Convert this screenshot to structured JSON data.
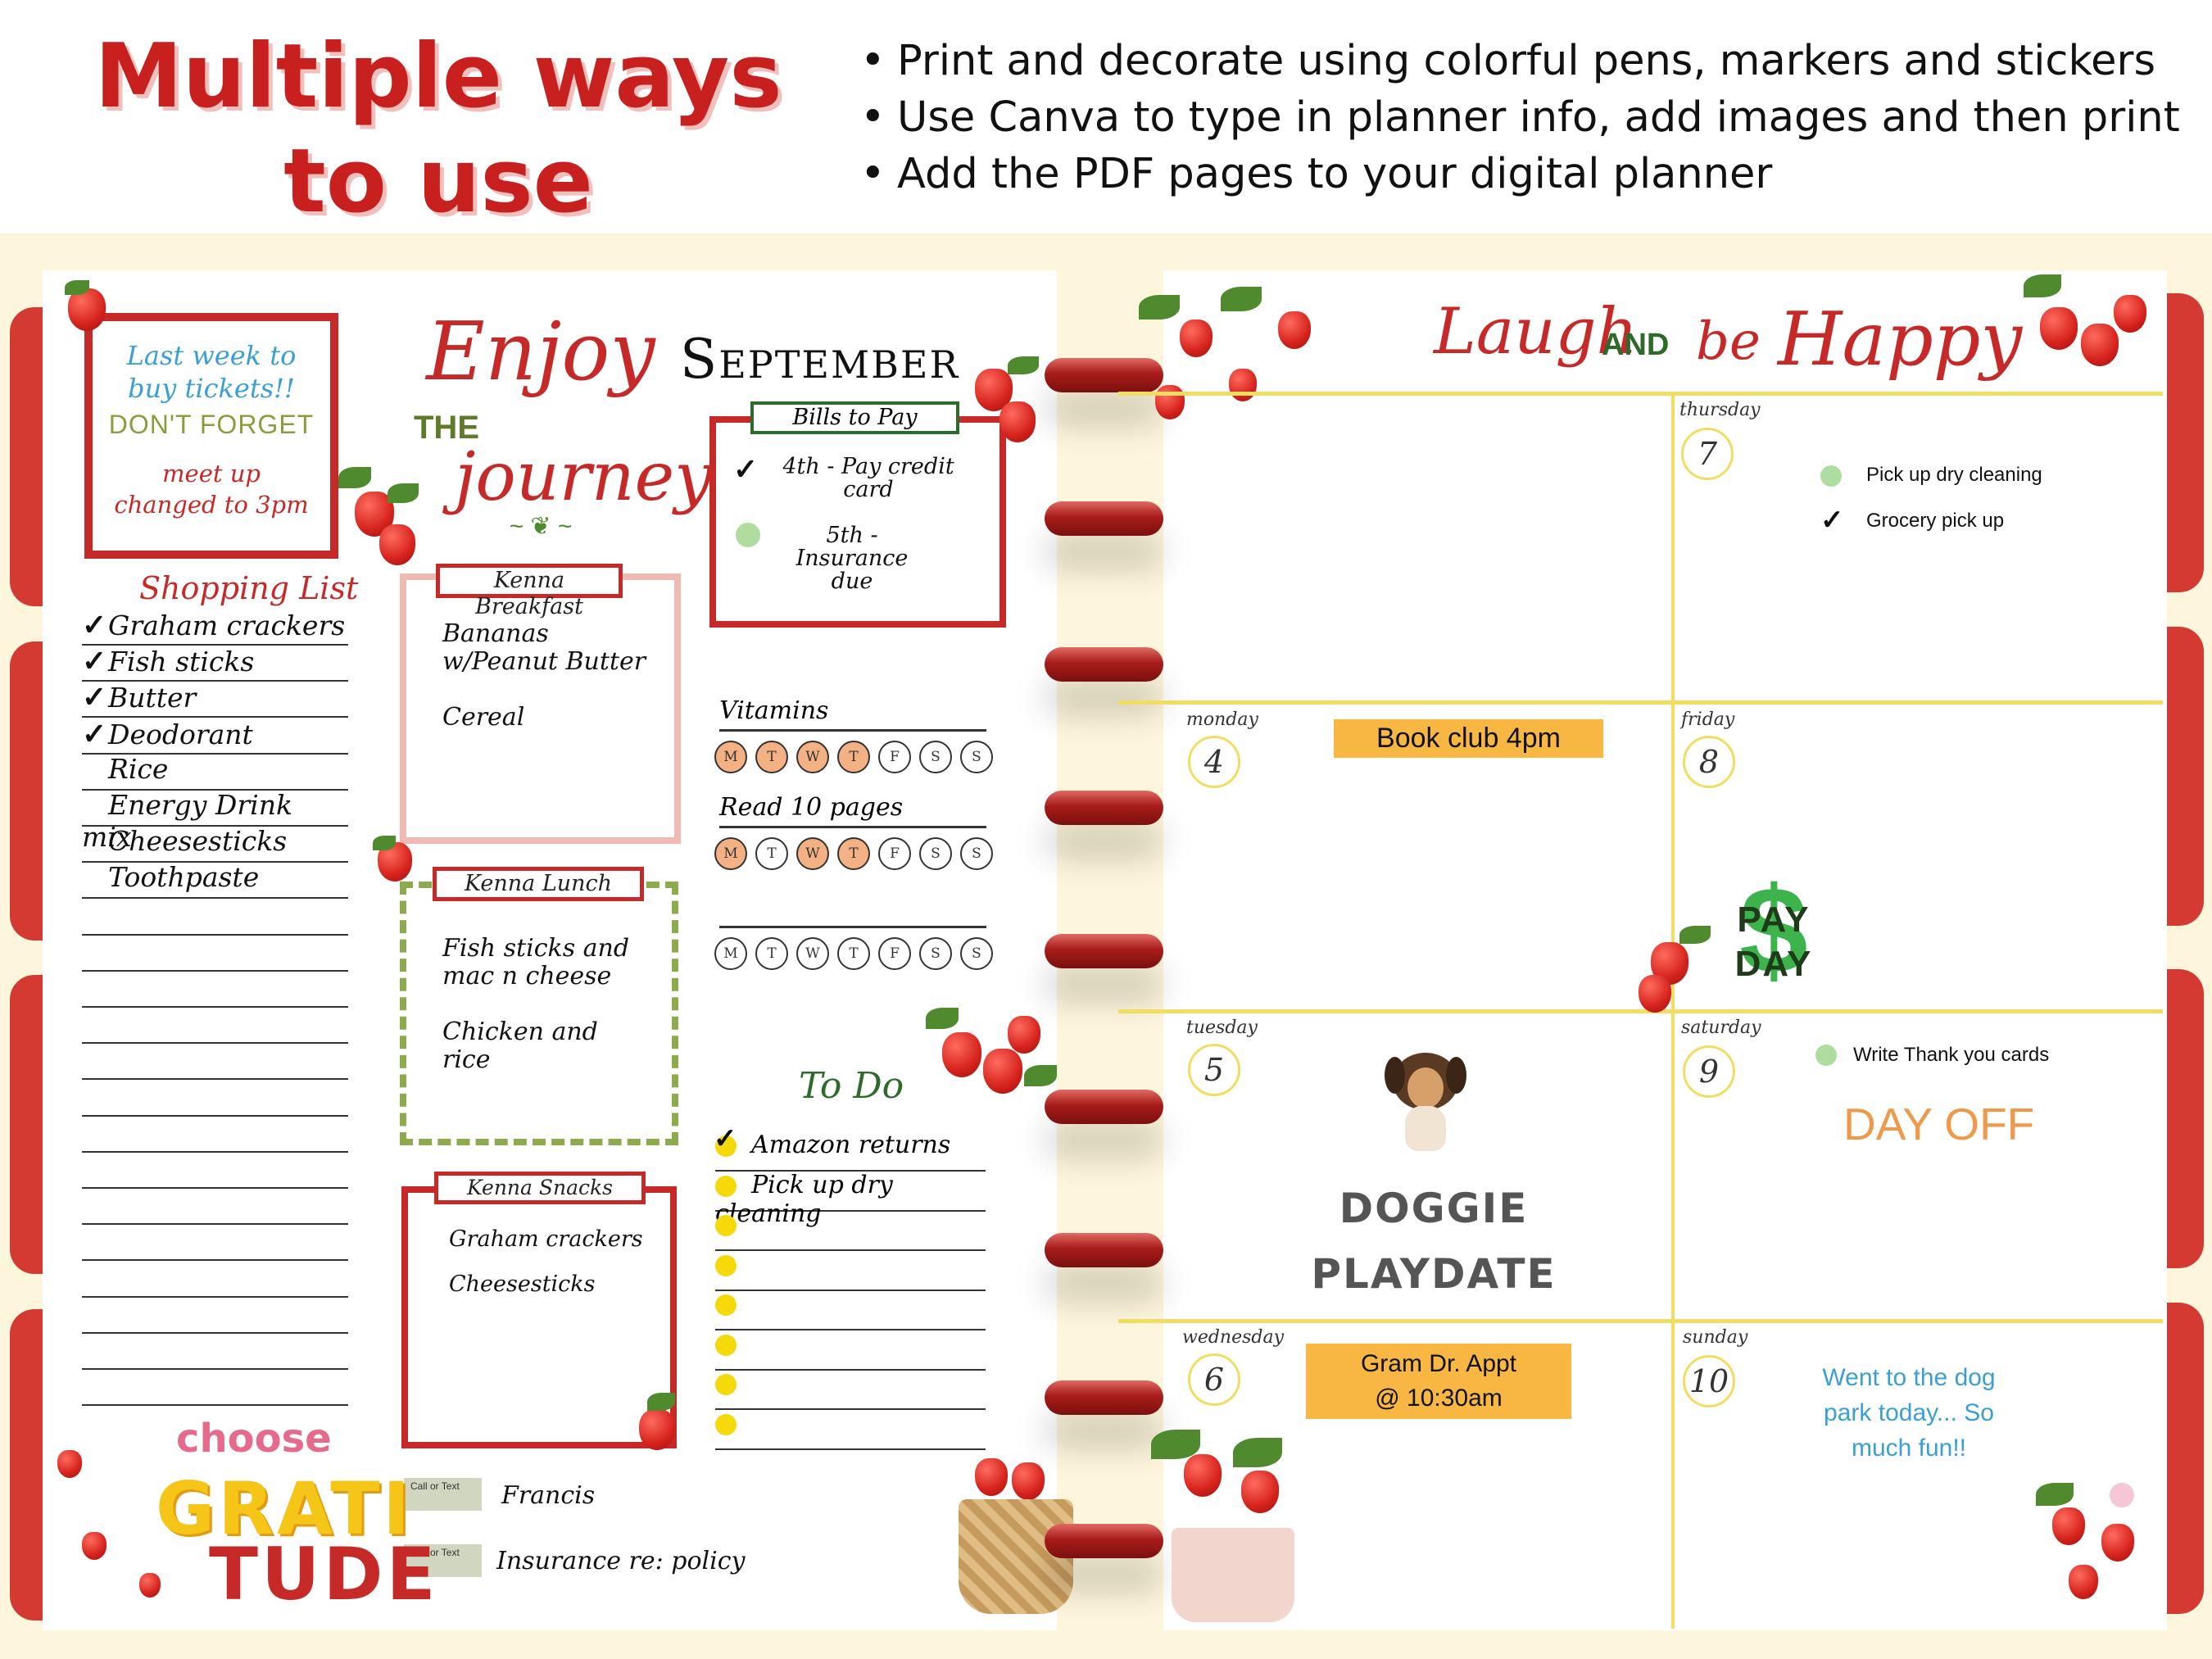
{
  "header": {
    "title": "Multiple ways to use",
    "bullets": [
      "Print and decorate using colorful pens, markers and stickers",
      "Use Canva to type in planner info, add images and then print",
      "Add the PDF pages to your digital planner"
    ]
  },
  "left_page": {
    "note": {
      "line1": "Last week to",
      "line2": "buy tickets!!",
      "line3": "DON'T FORGET",
      "line4": "meet up",
      "line5": "changed to 3pm"
    },
    "shopping": {
      "title": "Shopping List",
      "items": [
        {
          "text": "Graham crackers",
          "checked": true
        },
        {
          "text": "Fish sticks",
          "checked": true
        },
        {
          "text": "Butter",
          "checked": true
        },
        {
          "text": "Deodorant",
          "checked": true
        },
        {
          "text": "Rice",
          "checked": false
        },
        {
          "text": "Energy Drink mix",
          "checked": false
        },
        {
          "text": "Cheesesticks",
          "checked": false
        },
        {
          "text": "Toothpaste",
          "checked": false
        }
      ]
    },
    "enjoy": {
      "word1": "Enjoy",
      "word2": "THE",
      "word3": "journey"
    },
    "breakfast": {
      "label": "Kenna Breakfast",
      "items": [
        "Bananas",
        "w/Peanut Butter",
        "Cereal"
      ]
    },
    "lunch": {
      "label": "Kenna Lunch",
      "items": [
        "Fish sticks and",
        "mac n cheese",
        "Chicken and",
        "rice"
      ]
    },
    "snacks": {
      "label": "Kenna Snacks",
      "items": [
        "Graham crackers",
        "Cheesesticks"
      ]
    },
    "calls": {
      "badge": "Call or Text",
      "items": [
        "Francis",
        "Insurance re: policy"
      ]
    },
    "gratitude": {
      "word1": "choose",
      "word2": "GRATI",
      "word3": "TUDE"
    },
    "month": "September",
    "bills": {
      "label": "Bills to Pay",
      "items": [
        {
          "line1": "4th - Pay credit",
          "line2": "card",
          "checked": true
        },
        {
          "line1": "5th - Insurance",
          "line2": "due",
          "checked": false
        }
      ]
    },
    "habits": {
      "days": [
        "M",
        "T",
        "W",
        "T",
        "F",
        "S",
        "S"
      ],
      "rows": [
        {
          "label": "Vitamins",
          "done": [
            true,
            true,
            true,
            true,
            false,
            false,
            false
          ]
        },
        {
          "label": "Read 10 pages",
          "done": [
            true,
            false,
            true,
            true,
            false,
            false,
            false
          ]
        },
        {
          "label": "",
          "done": [
            false,
            false,
            false,
            false,
            false,
            false,
            false
          ]
        }
      ]
    },
    "todo": {
      "title": "To Do",
      "items": [
        {
          "text": "Amazon returns",
          "checked": true
        },
        {
          "text": "Pick up dry cleaning",
          "checked": false
        }
      ]
    }
  },
  "right_page": {
    "banner": {
      "w1": "Laugh",
      "w2": "AND",
      "w3": "be",
      "w4": "Happy"
    },
    "days": {
      "thursday": {
        "name": "thursday",
        "num": "7"
      },
      "monday": {
        "name": "monday",
        "num": "4"
      },
      "friday": {
        "name": "friday",
        "num": "8"
      },
      "tuesday": {
        "name": "tuesday",
        "num": "5"
      },
      "saturday": {
        "name": "saturday",
        "num": "9"
      },
      "wednesday": {
        "name": "wednesday",
        "num": "6"
      },
      "sunday": {
        "name": "sunday",
        "num": "10"
      }
    },
    "thursday_tasks": [
      {
        "text": "Pick up dry cleaning",
        "checked": false
      },
      {
        "text": "Grocery pick up",
        "checked": true
      }
    ],
    "monday_note": "Book club 4pm",
    "payday": {
      "line1": "PAY",
      "line2": "DAY"
    },
    "tuesday_note": {
      "line1": "DOGGIE",
      "line2": "PLAYDATE"
    },
    "saturday_task": "Write Thank you cards",
    "saturday_note": "DAY OFF",
    "wednesday_note": {
      "line1": "Gram Dr. Appt",
      "line2": "@ 10:30am"
    },
    "sunday_note": {
      "line1": "Went to the dog",
      "line2": "park today... So",
      "line3": "much fun!!"
    }
  },
  "colors": {
    "brand_red": "#c62a28",
    "accent_yellow": "#f2dd63",
    "sticky_orange": "#f7b742",
    "habit_done": "#f4b183",
    "check_green": "#aedd9f",
    "day_off_orange": "#ee9a4a",
    "sunday_blue": "#3a9fd4"
  }
}
